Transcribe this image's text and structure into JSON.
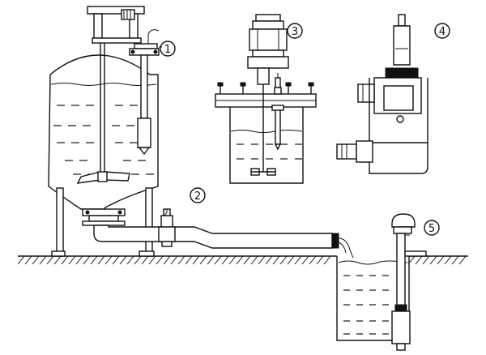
{
  "markers": [
    {
      "id": "m1",
      "label": "1"
    },
    {
      "id": "m2",
      "label": "2"
    },
    {
      "id": "m3",
      "label": "3"
    },
    {
      "id": "m4",
      "label": "4"
    },
    {
      "id": "m5",
      "label": "5"
    }
  ]
}
